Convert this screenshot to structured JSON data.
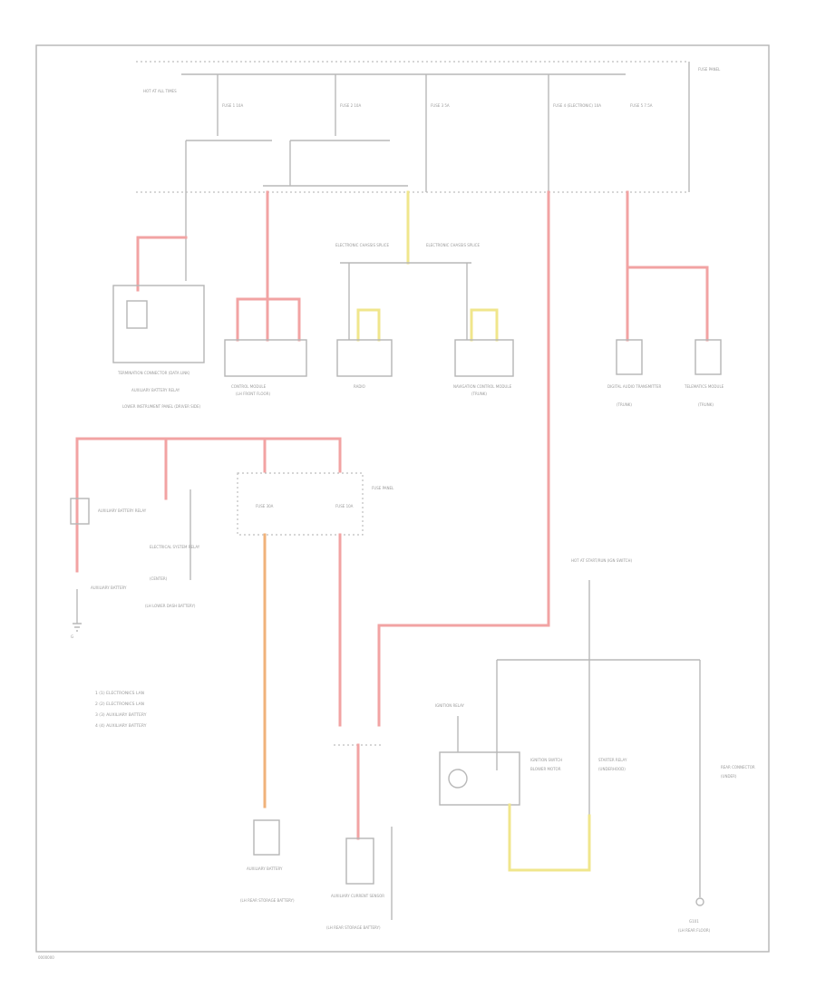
{
  "diagram": {
    "labels": {
      "power_source": "HOT AT ALL TIMES",
      "fuse_panel_top": "FUSE PANEL",
      "fuse_panel_mid": "FUSE PANEL",
      "fuse_a": "FUSE 1 10A",
      "fuse_b": "FUSE 2 10A",
      "fuse_c": "FUSE 3 5A",
      "fuse_d": "FUSE 4 (ELECTRONIC) 10A",
      "fuse_e": "FUSE 5 7.5A",
      "fuse_mid_a": "FUSE 30A",
      "fuse_mid_b": "FUSE 10A",
      "splice_1": "ELECTRONIC CHASSIS SPLICE",
      "splice_2": "ELECTRONIC CHASSIS SPLICE",
      "comp_left_pair": "TERMINATION CONNECTOR (DATA LINK)",
      "comp_left_pair_sub": "AUXILIARY BATTERY RELAY",
      "comp_left_pair_sub2": "LOWER INSTRUMENT PANEL (DRIVER SIDE)",
      "comp_module": "CONTROL MODULE",
      "comp_module_sub": "(LH FRONT FLOOR)",
      "comp_radio": "RADIO",
      "comp_nav": "NAVIGATION CONTROL MODULE",
      "comp_nav_sub": "(TRUNK)",
      "comp_dlc": "DIGITAL AUDIO TRANSMITTER",
      "comp_dlc_sub": "(TRUNK)",
      "comp_telematic": "TELEMATICS MODULE",
      "comp_telematic_sub": "(TRUNK)",
      "aux_relay": "AUXILIARY BATTERY RELAY",
      "aux_battery": "AUXILIARY BATTERY",
      "ground_left": "G",
      "relay_mid": "ELECTRICAL SYSTEM RELAY",
      "relay_mid_sub": "(CENTER)",
      "relay_mid_sub2": "(LH LOWER DASH BATTERY)",
      "power_dist": "HOT AT START/RUN (IGN SWITCH)",
      "ignition_relay": "IGNITION RELAY",
      "ign_switch": "IGNITION SWITCH",
      "ign_switch_sub": "BLOWER MOTOR",
      "start_relay": "STARTER RELAY",
      "start_relay_sub": "(UNDERHOOD)",
      "rear_relay": "REAR CONNECTOR",
      "rear_relay_sub": "(UNDER)",
      "ground_right": "G101",
      "ground_right_sub": "(LH REAR FLOOR)",
      "bottom_comp_1": "AUXILIARY BATTERY",
      "bottom_comp_1_sub": "(LH REAR STORAGE BATTERY)",
      "bottom_comp_2": "AUXILIARY CURRENT SENSOR",
      "bottom_comp_2_sub": "(LH REAR STORAGE BATTERY)"
    },
    "legend": [
      "1  (1) ELECTRONICS LAN",
      "2  (2) ELECTRONICS LAN",
      "3  (3) AUXILIARY BATTERY",
      "4  (4) AUXILIARY BATTERY"
    ],
    "footer": "0000000"
  }
}
